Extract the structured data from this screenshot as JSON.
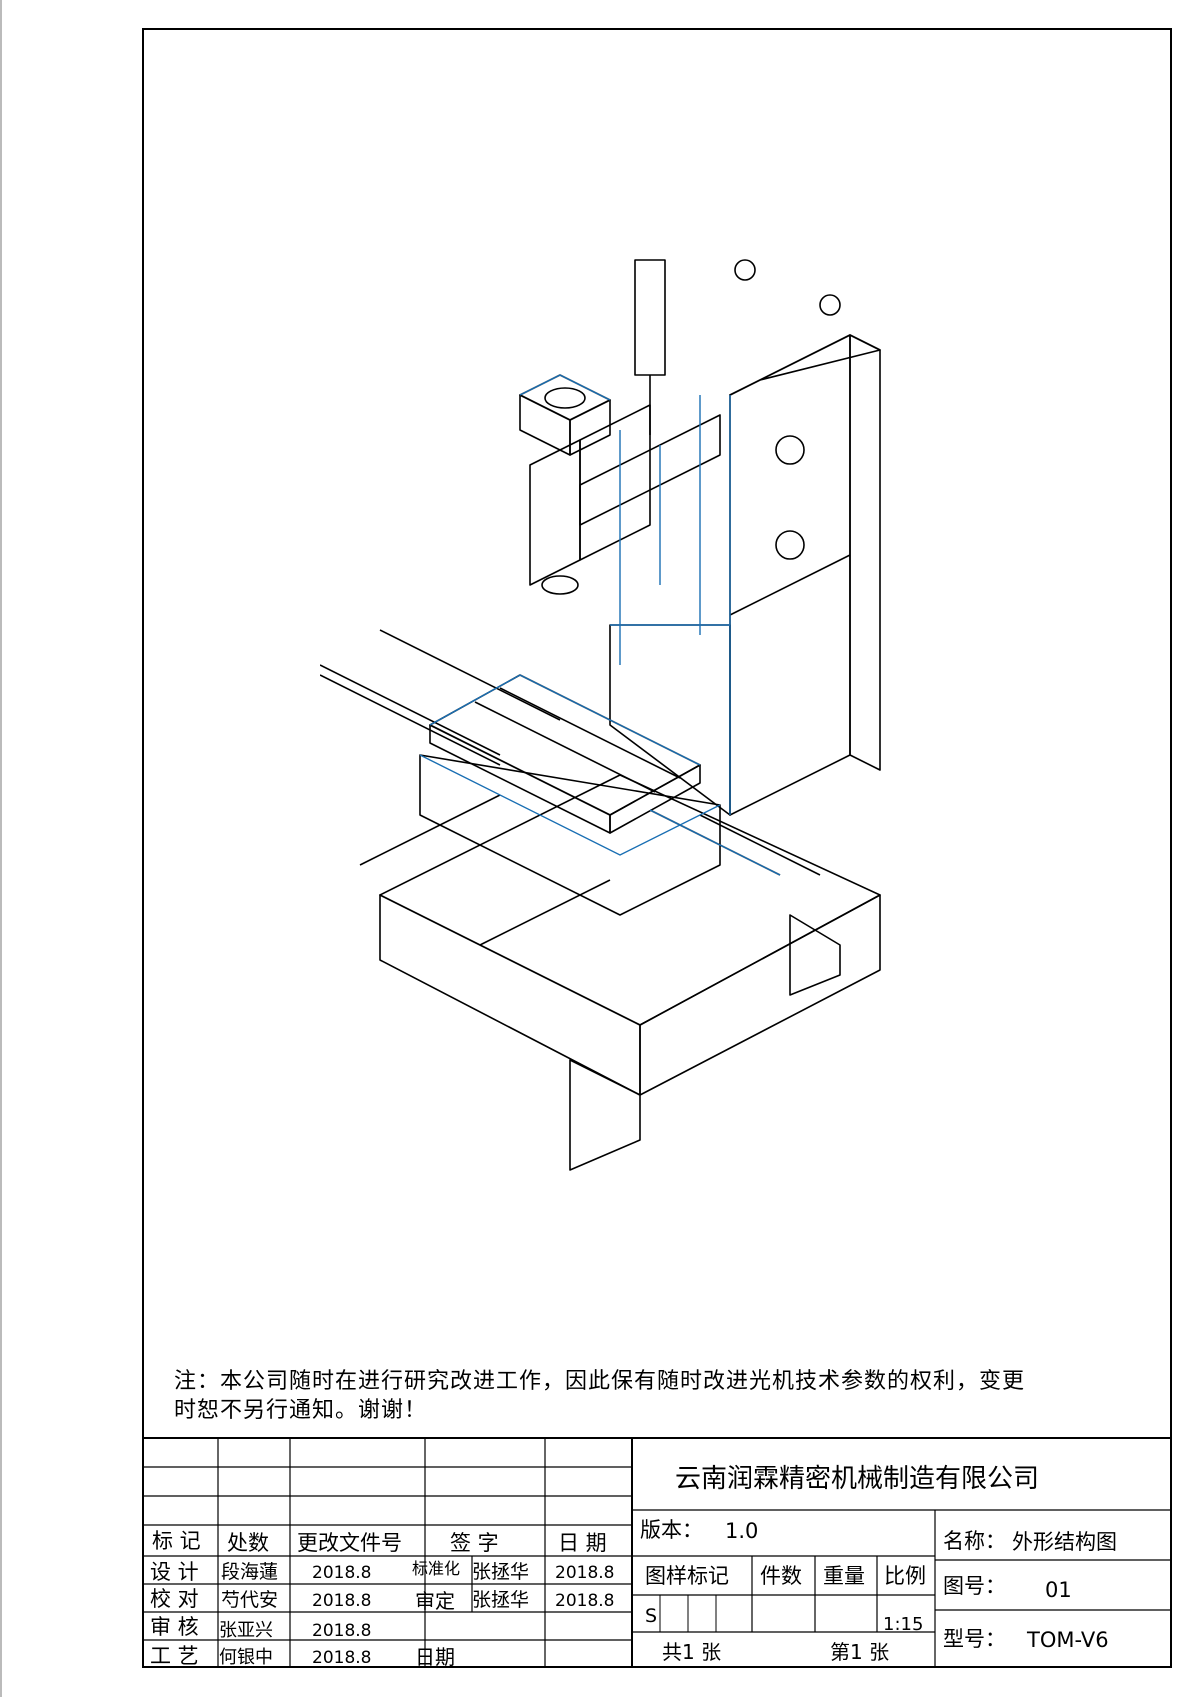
{
  "note": {
    "line1": "注：本公司随时在进行研究改进工作，因此保有随时改进光机技术参数的权利，变更",
    "line2": "时恕不另行通知。谢谢！"
  },
  "title_block": {
    "company": "云南润霖精密机械制造有限公司",
    "version_label": "版本：",
    "version": "1.0",
    "name_label": "名称：",
    "name": "外形结构图",
    "drawing_no_label": "图号：",
    "drawing_no": "01",
    "model_label": "型号：",
    "model": "TOM-V6",
    "headers": {
      "mark": "标 记",
      "place_count": "处数",
      "change_doc": "更改文件号",
      "signature": "签 字",
      "date": "日 期"
    },
    "roles": {
      "design": "设 计",
      "check": "校 对",
      "review": "审 核",
      "process": "工 艺"
    },
    "people": {
      "design": "段海蓮",
      "check": "芍代安",
      "review": "张亚兴",
      "process": "何银中"
    },
    "dates": {
      "design": "2018.8",
      "check": "2018.8",
      "review": "2018.8",
      "process": "2018.8"
    },
    "standardization_label": "标准化",
    "standardization_person": "张拯华",
    "standardization_date": "2018.8",
    "approval_label": "审定",
    "approval_person": "张拯华",
    "approval_date": "2018.8",
    "date_label": "日期",
    "grid_headers": {
      "pattern_mark": "图样标记",
      "quantity": "件数",
      "weight": "重量",
      "scale": "比例"
    },
    "pattern_value": "S",
    "scale_value": "1:15",
    "total_sheets": "共1 张",
    "sheet_index": "第1 张"
  }
}
